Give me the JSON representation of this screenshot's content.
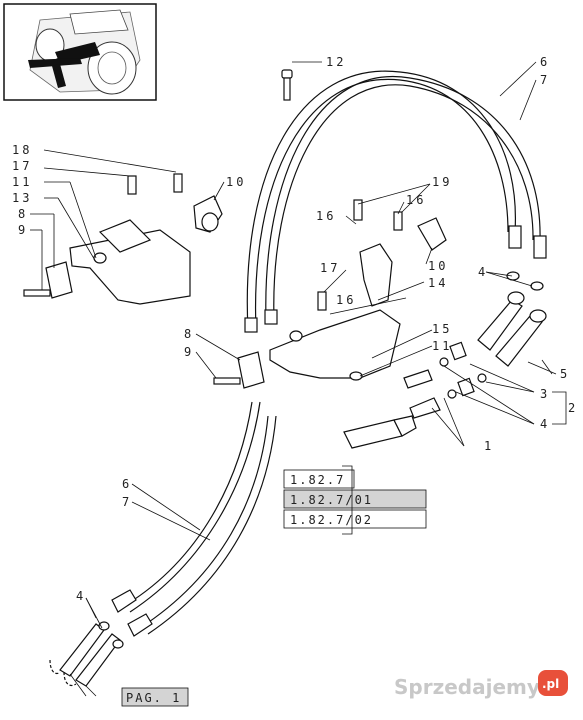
{
  "callouts": {
    "c12": "12",
    "c6_top": "6",
    "c7_top": "7",
    "c18": "18",
    "c17_left": "17",
    "c11_left": "11",
    "c13": "13",
    "c8_left": "8",
    "c9_left": "9",
    "c10_left": "10",
    "c19": "19",
    "c16_a": "16",
    "c16_b": "16",
    "c17_mid": "17",
    "c10_right": "10",
    "c14": "14",
    "c16_c": "16",
    "c4_right": "4",
    "c15": "15",
    "c11_mid": "11",
    "c8_mid": "8",
    "c9_mid": "9",
    "c5": "5",
    "c3": "3",
    "c2": "2",
    "c4_lower": "4",
    "c1": "1",
    "c6_bottom": "6",
    "c7_bottom": "7",
    "c4_bottom": "4"
  },
  "ref_boxes": {
    "ref1": "1.82.7",
    "ref2": "1.82.7/01",
    "ref3": "1.82.7/02"
  },
  "page_label": "PAG. 1",
  "watermark": {
    "text": "Sprzedajemy",
    "suffix": ".pl",
    "accent_color": "#e8503a"
  }
}
